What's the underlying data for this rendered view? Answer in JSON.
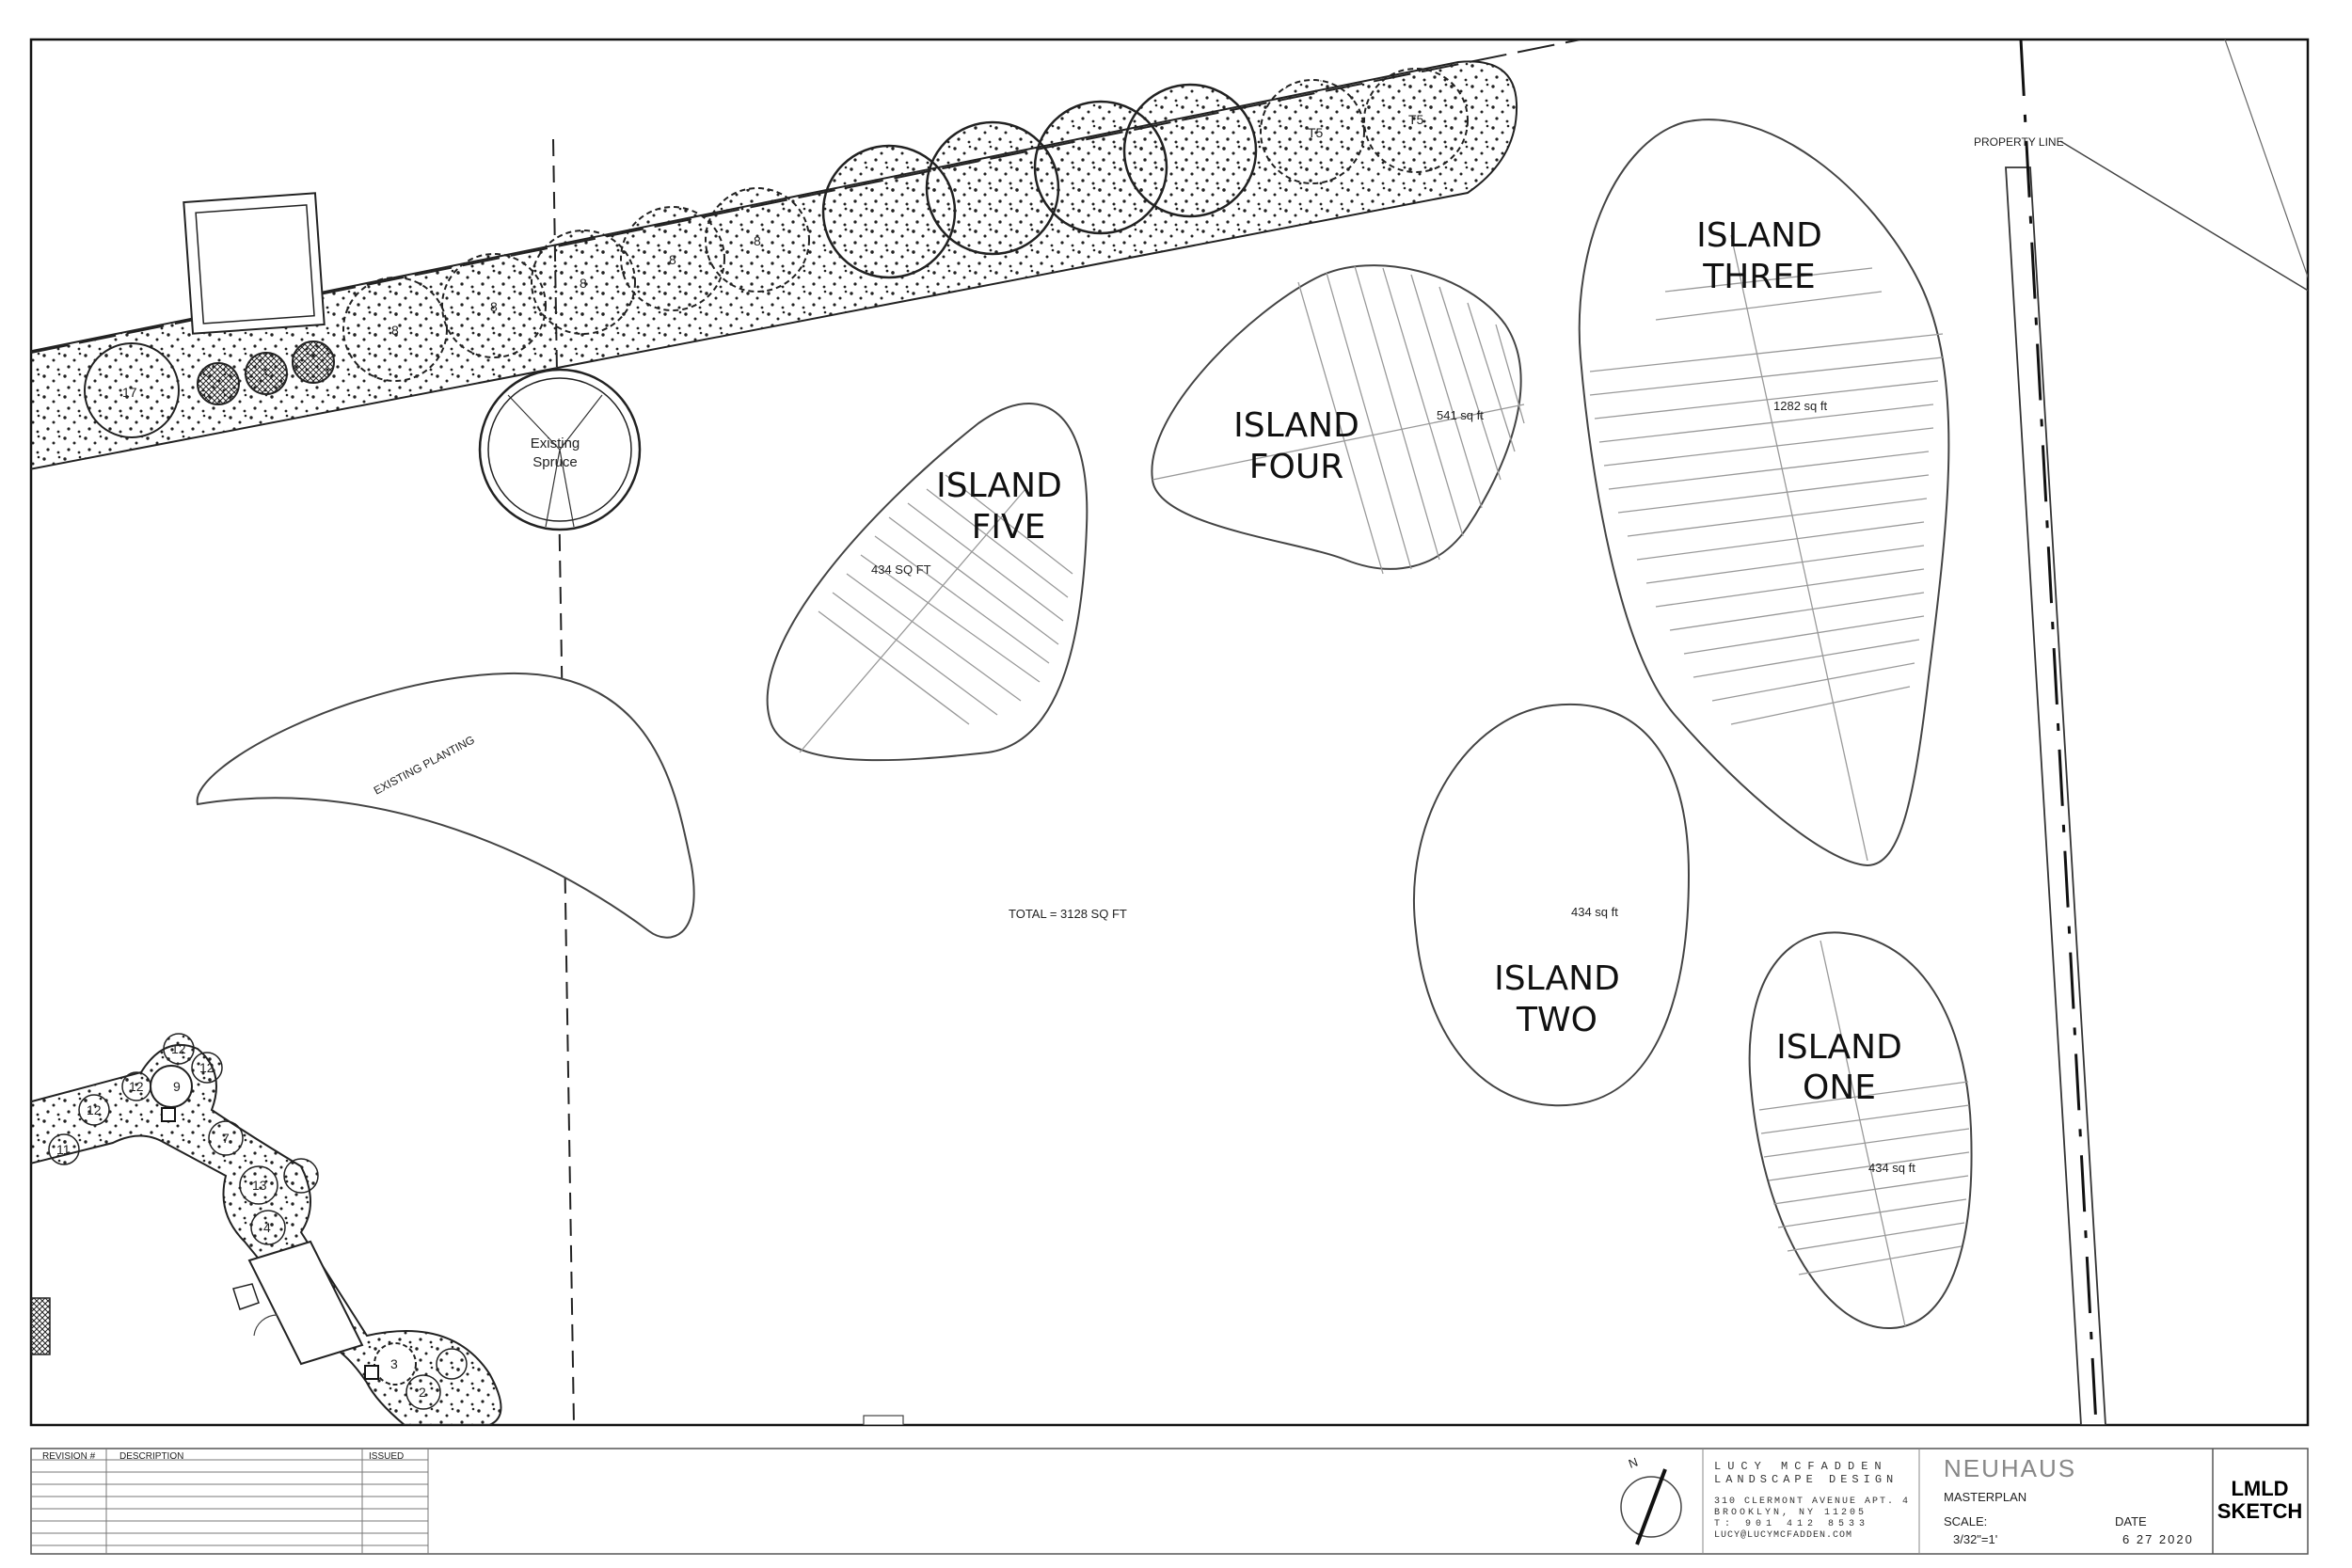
{
  "plan": {
    "islands": [
      {
        "name_line1": "ISLAND",
        "name_line2": "ONE",
        "area": "434 sq ft"
      },
      {
        "name_line1": "ISLAND",
        "name_line2": "TWO",
        "area": "434 sq ft"
      },
      {
        "name_line1": "ISLAND",
        "name_line2": "THREE",
        "area": "1282 sq ft"
      },
      {
        "name_line1": "ISLAND",
        "name_line2": "FOUR",
        "area": "541 sq ft"
      },
      {
        "name_line1": "ISLAND",
        "name_line2": "FIVE",
        "area": "434 SQ FT"
      }
    ],
    "existing_planting": "EXISTING PLANTING",
    "spruce_line1": "Existing",
    "spruce_line2": "Spruce",
    "total": "TOTAL = 3128 SQ FT",
    "property_line": "PROPERTY LINE",
    "tree_labels": {
      "t5": "T5",
      "t8": "8",
      "t17": "17",
      "t9": "9",
      "t12": "12",
      "t13": "13",
      "t11": "11",
      "t7": "7",
      "t4": "4",
      "t3": "3",
      "t2": "2"
    }
  },
  "title_block": {
    "revision_header": "REVISION #",
    "description_header": "DESCRIPTION",
    "issued_header": "ISSUED",
    "north": "N",
    "firm_line1": "LUCY MCFADDEN",
    "firm_line2": "LANDSCAPE DESIGN",
    "address_line1": "310 CLERMONT AVENUE APT. 4",
    "address_line2": "BROOKLYN, NY 11205",
    "phone": "T: 901 412 8533",
    "email": "LUCY@LUCYMCFADDEN.COM",
    "project": "NEUHAUS",
    "sheet": "MASTERPLAN",
    "scale_label": "SCALE:",
    "scale_value": "3/32\"=1'",
    "date_label": "DATE",
    "date_value": "6 27 2020",
    "stamp_line1": "LMLD",
    "stamp_line2": "SKETCH"
  }
}
